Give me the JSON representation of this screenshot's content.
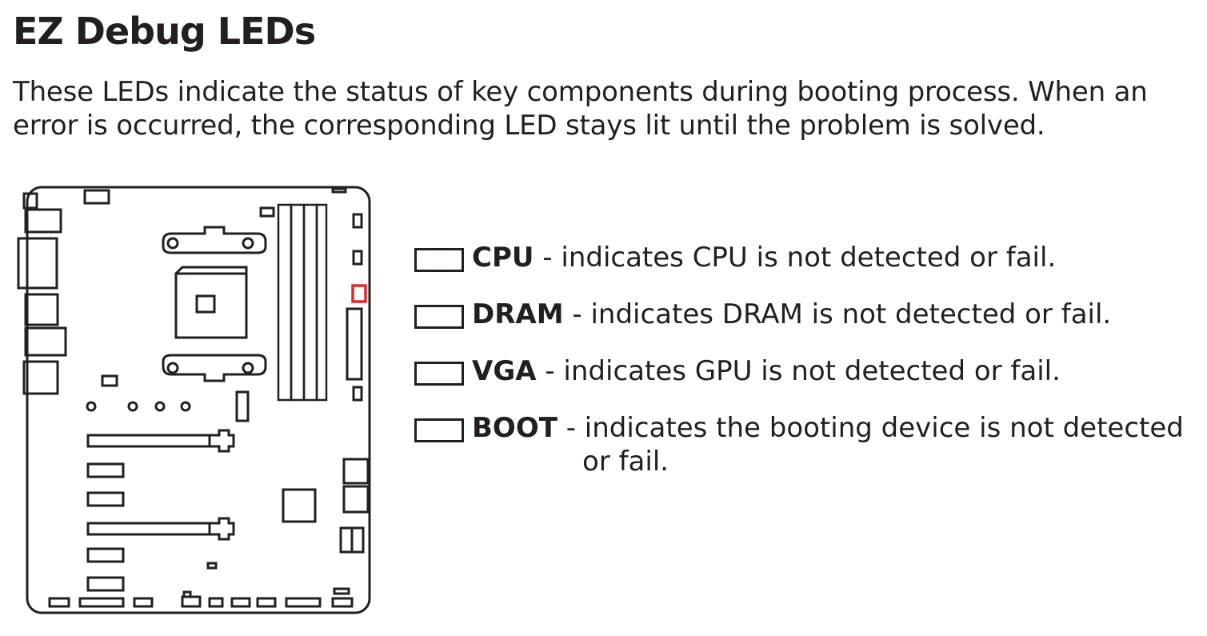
{
  "title": "EZ Debug LEDs",
  "intro": {
    "line1": "These LEDs indicate the status of key components during booting process. When an",
    "line2": "error is occurred, the corresponding LED stays lit until the problem is solved."
  },
  "legend": [
    {
      "name": "CPU",
      "desc": " - indicates CPU is not detected or fail.",
      "cont": ""
    },
    {
      "name": "DRAM",
      "desc": " - indicates DRAM is not detected or fail.",
      "cont": ""
    },
    {
      "name": "VGA",
      "desc": " - indicates GPU is not detected or fail.",
      "cont": ""
    },
    {
      "name": "BOOT",
      "desc": " - indicates the booting device is not detected",
      "cont": "or fail."
    }
  ],
  "colors": {
    "ink": "#231f20",
    "led_highlight": "#e3262b",
    "background": "#ffffff"
  }
}
